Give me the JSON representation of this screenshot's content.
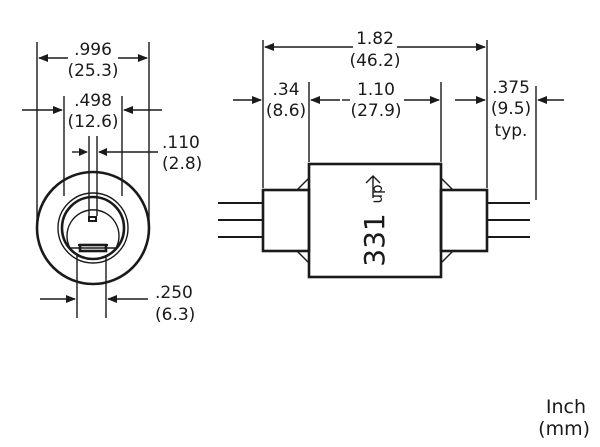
{
  "end_view": {
    "overall_diameter": {
      "inch": ".996",
      "mm": "(25.3)"
    },
    "inner_diameter": {
      "inch": ".498",
      "mm": "(12.6)"
    },
    "slot_width": {
      "inch": ".110",
      "mm": "(2.8)"
    },
    "flat_offset": {
      "inch": ".250",
      "mm": "(6.3)"
    }
  },
  "side_view": {
    "overall_length": {
      "inch": "1.82",
      "mm": "(46.2)"
    },
    "shaft_length": {
      "inch": ".34",
      "mm": "(8.6)"
    },
    "body_length": {
      "inch": "1.10",
      "mm": "(27.9)"
    },
    "lead_length": {
      "inch": ".375",
      "mm": "(9.5)",
      "note": "typ."
    },
    "body_marking": "331",
    "orientation_marking": "up"
  },
  "units_legend": {
    "primary": "Inch",
    "secondary": "(mm)"
  }
}
